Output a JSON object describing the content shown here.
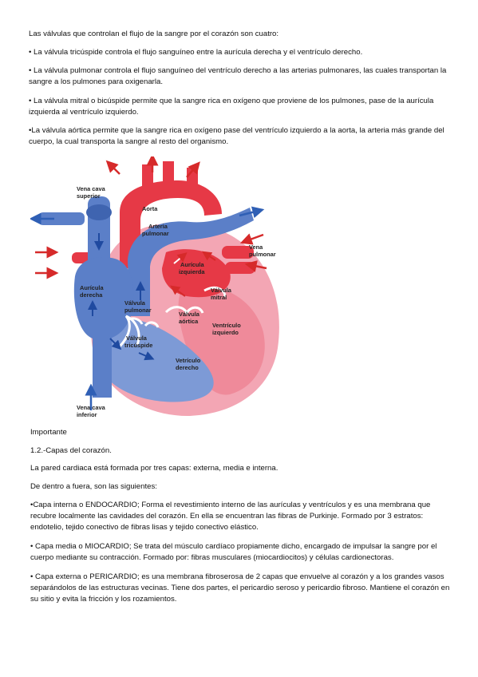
{
  "intro": "Las válvulas que controlan el flujo de la sangre por el corazón son cuatro:",
  "valves": [
    "• La válvula tricúspide controla el flujo sanguíneo entre la aurícula derecha y el ventrículo derecho.",
    "• La válvula pulmonar controla el flujo sanguíneo del ventrículo derecho a las arterias pulmonares, las cuales transportan la sangre a los pulmones para oxigenarla.",
    "• La válvula mitral o bicúspide permite que la sangre rica en oxígeno que proviene de los pulmones, pase de la aurícula izquierda al ventrículo izquierdo.",
    " •La válvula aórtica permite que la sangre rica en oxígeno pase del ventrículo izquierdo a la aorta, la arteria más grande del cuerpo, la cual transporta la sangre al resto del organismo."
  ],
  "diagram": {
    "labels": {
      "vena_cava_superior_1": "Vena cava",
      "vena_cava_superior_2": "superior",
      "aorta": "Aorta",
      "arteria_1": "Arteria",
      "arteria_2": "pulmonar",
      "vena_pulmonar_1": "Vena",
      "vena_pulmonar_2": "pulmonar",
      "auricula_izq_1": "Aurícula",
      "auricula_izq_2": "izquierda",
      "auricula_der_1": "Aurícula",
      "auricula_der_2": "derecha",
      "valvula_pulmonar_1": "Válvula",
      "valvula_pulmonar_2": "pulmonar",
      "valvula_mitral_1": "Válvula",
      "valvula_mitral_2": "mitral",
      "valvula_aortica_1": "Válvula",
      "valvula_aortica_2": "aórtica",
      "ventriculo_izq_1": "Ventrículo",
      "ventriculo_izq_2": "izquierdo",
      "valvula_tricuspide_1": "Válvula",
      "valvula_tricuspide_2": "tricúspide",
      "ventriculo_der_1": "Vetrículo",
      "ventriculo_der_2": "derecho",
      "vena_cava_inferior_1": "Vena cava",
      "vena_cava_inferior_2": "inferior"
    },
    "colors": {
      "blue": "#5b7fc8",
      "red": "#e63946",
      "pink": "#f3a6b4",
      "arrow_red": "#d62a2a",
      "arrow_blue": "#2f5fb5"
    }
  },
  "importante": "Importante",
  "section_title": "1.2.-Capas del corazón.",
  "p1": "La pared cardiaca está formada por tres capas: externa, media e interna.",
  "p2": "De dentro a fuera, son las siguientes:",
  "layers": [
    " •Capa interna o ENDOCARDIO; Forma el revestimiento interno de las aurículas y ventrículos y es una membrana que recubre localmente las cavidades del corazón. En ella se encuentran las fibras de Purkinje. Formado por 3 estratos: endotelio, tejido conectivo de fibras lisas y tejido conectivo elástico.",
    "• Capa media o MIOCARDIO; Se trata del músculo cardíaco propiamente dicho, encargado de impulsar la sangre por el cuerpo mediante su contracción. Formado por: fibras musculares (miocardiocitos) y células cardionectoras.",
    "• Capa externa o PERICARDIO; es una membrana fibroserosa de 2 capas que envuelve al corazón y a los grandes vasos separándolos de las estructuras vecinas. Tiene dos partes, el pericardio seroso y pericardio fibroso.  Mantiene el corazón en su sitio y evita la fricción y los rozamientos."
  ]
}
